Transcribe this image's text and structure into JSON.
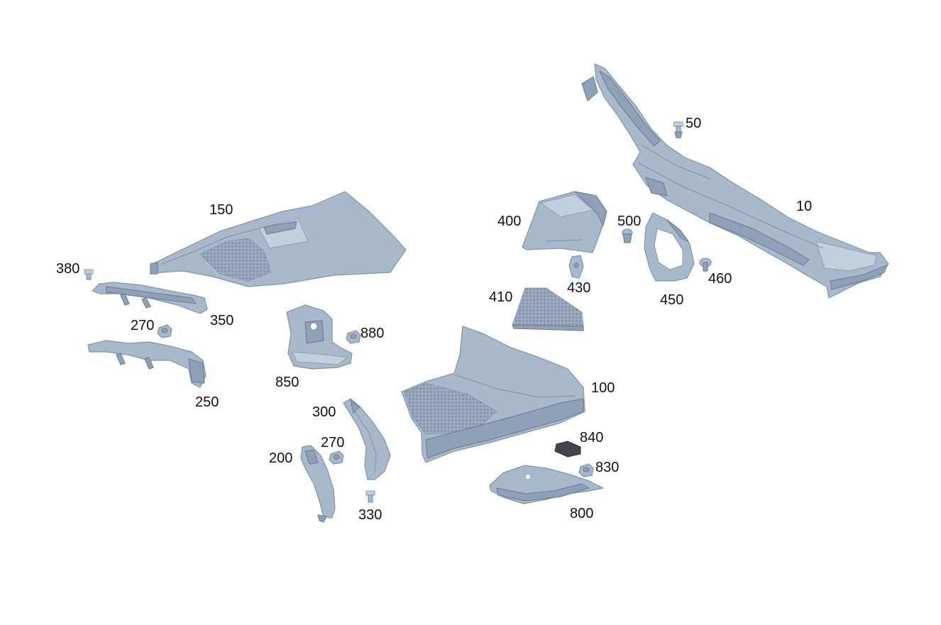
{
  "callouts": {
    "c10": "10",
    "c50": "50",
    "c100": "100",
    "c150": "150",
    "c200": "200",
    "c250": "250",
    "c270a": "270",
    "c270b": "270",
    "c300": "300",
    "c330": "330",
    "c350": "350",
    "c380": "380",
    "c400": "400",
    "c410": "410",
    "c430": "430",
    "c450": "450",
    "c460": "460",
    "c500": "500",
    "c800": "800",
    "c830": "830",
    "c840": "840",
    "c850": "850",
    "c880": "880"
  },
  "colors": {
    "part_fill": "#a9b9cc",
    "part_stroke": "#7f93aa",
    "gasket": "#3f4651",
    "label": "#111111",
    "background": "#ffffff"
  }
}
